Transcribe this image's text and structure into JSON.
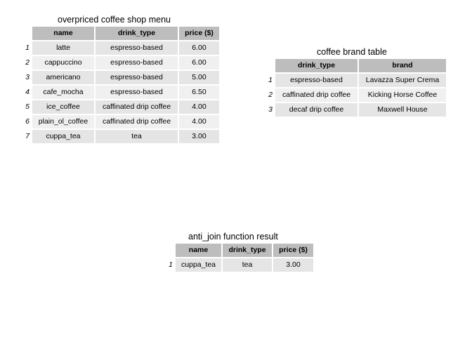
{
  "menu": {
    "title": "overpriced coffee shop menu",
    "columns": [
      "name",
      "drink_type",
      "price ($)"
    ],
    "rows": [
      {
        "idx": "1",
        "cells": [
          "latte",
          "espresso-based",
          "6.00"
        ]
      },
      {
        "idx": "2",
        "cells": [
          "cappuccino",
          "espresso-based",
          "6.00"
        ]
      },
      {
        "idx": "3",
        "cells": [
          "americano",
          "espresso-based",
          "5.00"
        ]
      },
      {
        "idx": "4",
        "cells": [
          "cafe_mocha",
          "espresso-based",
          "6.50"
        ]
      },
      {
        "idx": "5",
        "cells": [
          "ice_coffee",
          "caffinated drip coffee",
          "4.00"
        ]
      },
      {
        "idx": "6",
        "cells": [
          "plain_ol_coffee",
          "caffinated drip coffee",
          "4.00"
        ]
      },
      {
        "idx": "7",
        "cells": [
          "cuppa_tea",
          "tea",
          "3.00"
        ]
      }
    ]
  },
  "brands": {
    "title": "coffee brand table",
    "columns": [
      "drink_type",
      "brand"
    ],
    "rows": [
      {
        "idx": "1",
        "cells": [
          "espresso-based",
          "Lavazza Super Crema"
        ]
      },
      {
        "idx": "2",
        "cells": [
          "caffinated drip coffee",
          "Kicking Horse Coffee"
        ]
      },
      {
        "idx": "3",
        "cells": [
          "decaf drip coffee",
          "Maxwell House"
        ]
      }
    ]
  },
  "result": {
    "title": "anti_join function result",
    "columns": [
      "name",
      "drink_type",
      "price ($)"
    ],
    "rows": [
      {
        "idx": "1",
        "cells": [
          "cuppa_tea",
          "tea",
          "3.00"
        ]
      }
    ]
  },
  "colors": {
    "header_bg": "#bdbdbd",
    "row_even_bg": "#e5e5e5",
    "row_odd_bg": "#f0f0f0"
  }
}
